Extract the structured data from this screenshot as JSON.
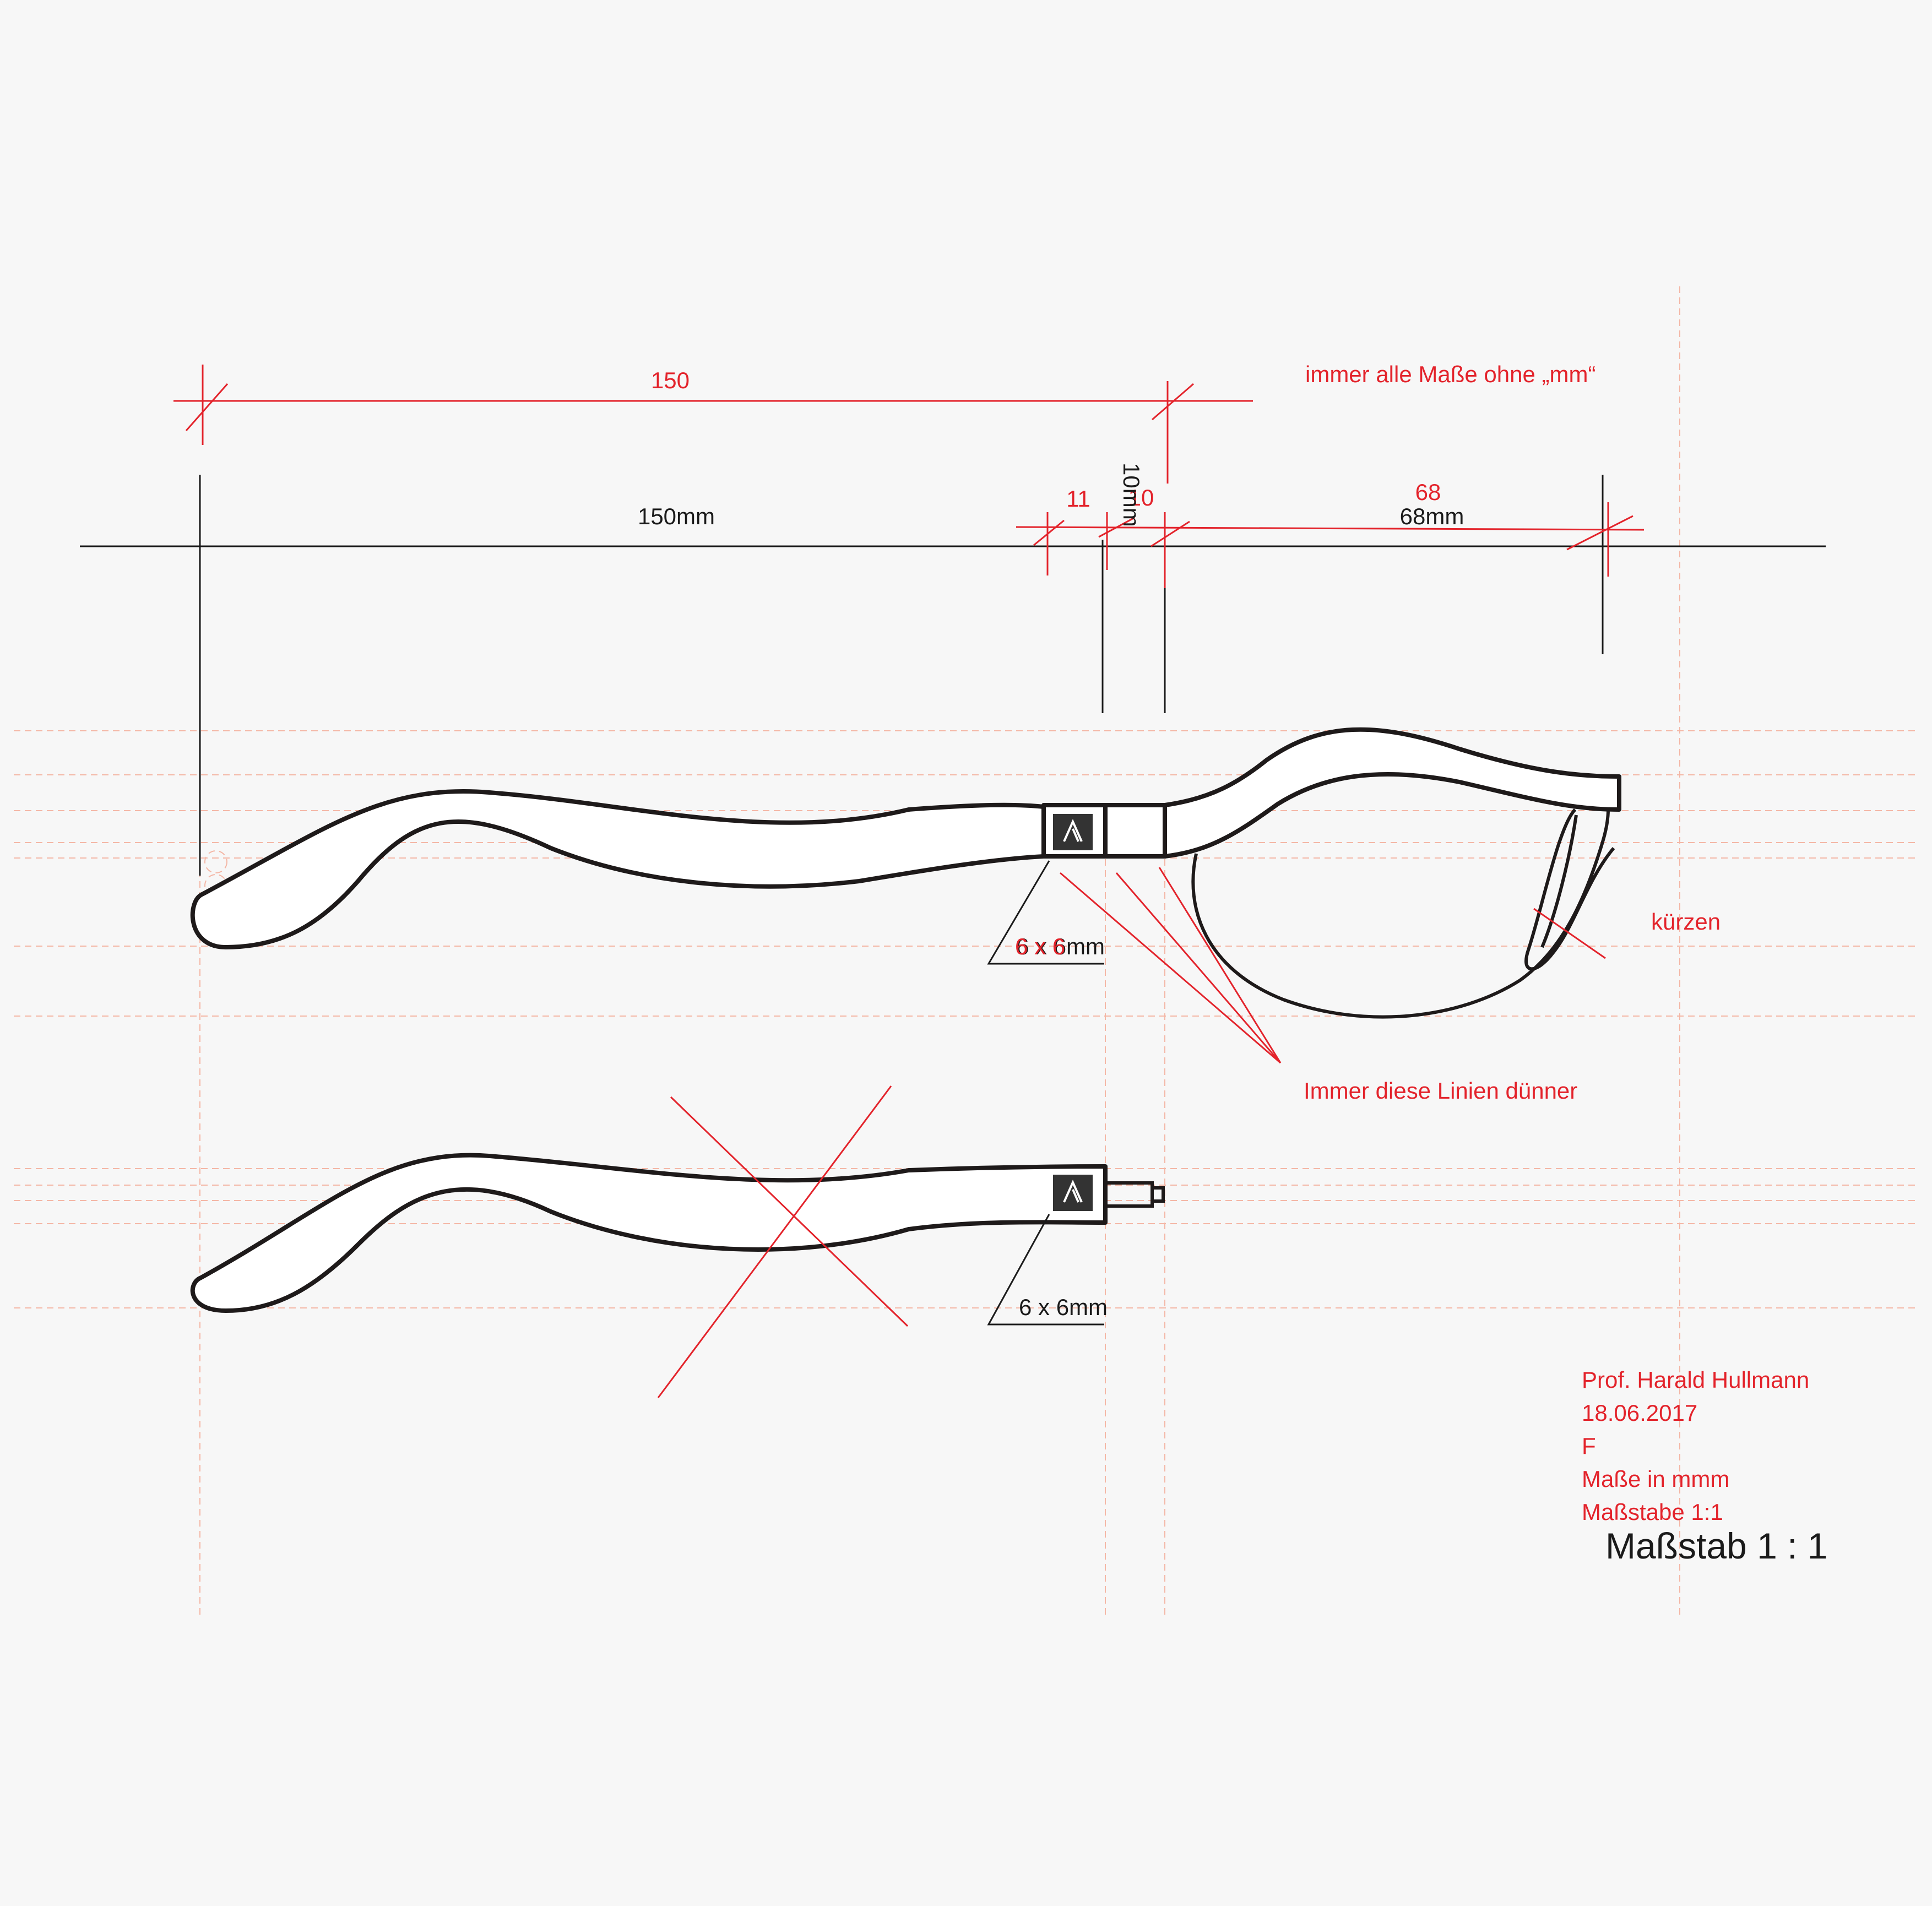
{
  "dimensions": {
    "red_150": "150",
    "black_150": "150mm",
    "red_11": "11",
    "red_10": "10",
    "black_10": "10mm",
    "red_68": "68",
    "black_68": "68mm",
    "label_6x6_red": "6 x 6",
    "label_6x6_black_top": "6 x 6mm",
    "label_6x6_black_bottom": "6 x 6mm"
  },
  "notes": {
    "top_note": "immer alle Maße ohne „mm“",
    "kuerzen": "kürzen",
    "thinner_lines": "Immer diese Linien dünner"
  },
  "title_block": {
    "author": "Prof. Harald Hullmann",
    "date": "18.06.2017",
    "letter": "F",
    "units": "Maße in mmm",
    "scale_note": "Maßstabe 1:1",
    "scale": "Maßstab  1 : 1"
  },
  "colors": {
    "annotation": "#e3232b",
    "ink": "#1a1a1a",
    "guide": "#f4b7a6",
    "background": "#f7f7f7"
  },
  "icons": [
    "logo-a-icon"
  ]
}
